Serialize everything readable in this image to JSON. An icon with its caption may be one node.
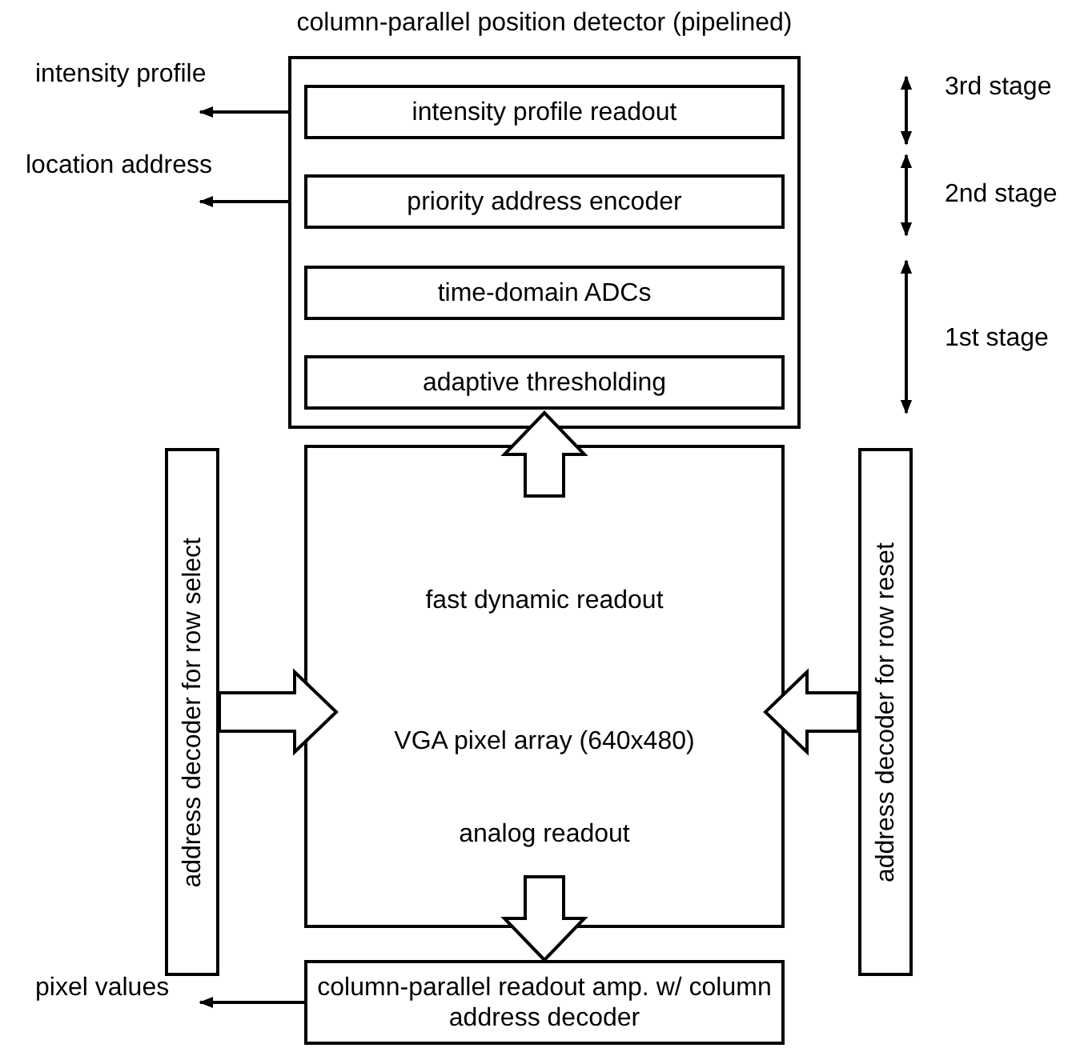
{
  "diagram": {
    "nodes": [
      {
        "text": [
          "column-parallel position detector (pipelined)"
        ]
      },
      {
        "text": [
          "intensity profile readout"
        ],
        "in": 0
      },
      {
        "text": [
          "priority address encoder"
        ],
        "in": 0
      },
      {
        "text": [
          "time-domain ADCs"
        ],
        "in": 0
      },
      {
        "text": [
          "adaptive thresholding"
        ],
        "in": 0
      },
      {
        "text": [
          "fast dynamic readout",
          "VGA pixel array (640x480)",
          "analog readout"
        ]
      },
      {
        "text": [
          "address decoder for row select"
        ]
      },
      {
        "text": [
          "address decoder for row reset"
        ]
      },
      {
        "text": [
          "column-parallel readout amp. w/ column address decoder"
        ]
      },
      {
        "text": [
          "intensity profile"
        ]
      },
      {
        "text": [
          "location address"
        ]
      },
      {
        "text": [
          "pixel values"
        ]
      }
    ],
    "edges": [
      {
        "from": 1,
        "to": 9,
        "arrow": "to"
      },
      {
        "from": 2,
        "to": 10,
        "arrow": "to"
      },
      {
        "from": 5,
        "to": 0,
        "arrow": "to",
        "style": "thick"
      },
      {
        "from": 6,
        "to": 5,
        "arrow": "to",
        "style": "thick"
      },
      {
        "from": 7,
        "to": 5,
        "arrow": "to",
        "style": "thick"
      },
      {
        "from": 5,
        "to": 8,
        "arrow": "to",
        "style": "thick"
      },
      {
        "from": 8,
        "to": 11,
        "arrow": "to"
      }
    ],
    "labels": [
      "3rd stage",
      "2nd stage",
      "1st stage"
    ]
  }
}
